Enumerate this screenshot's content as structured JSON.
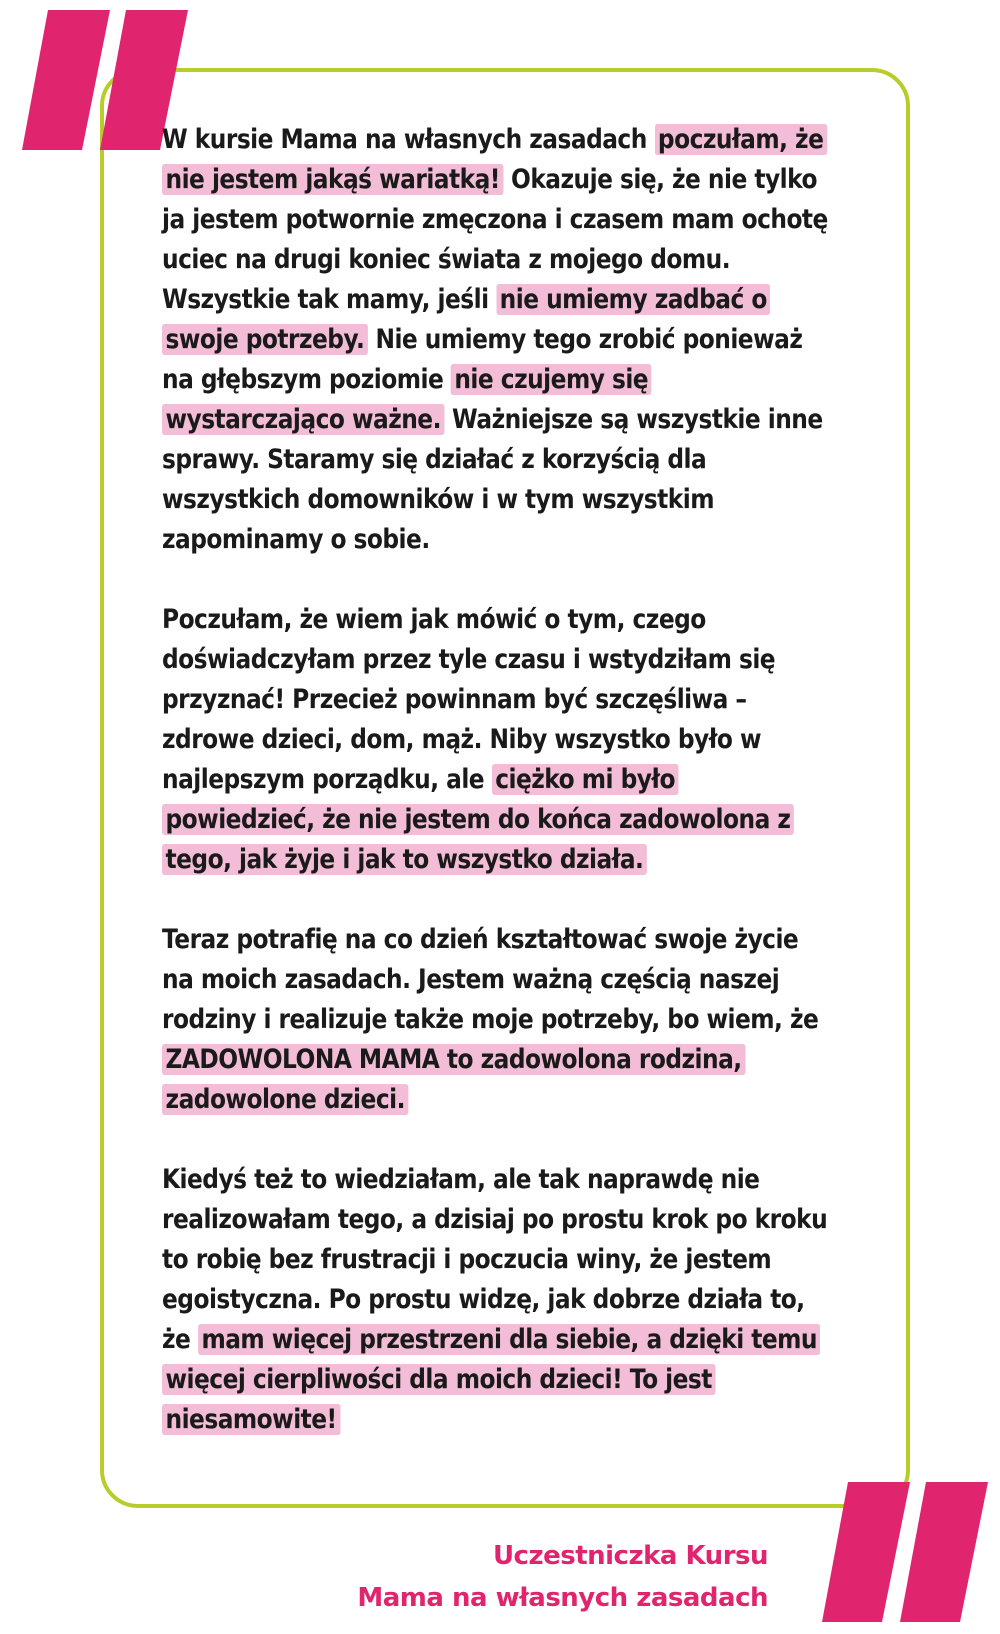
{
  "colors": {
    "frame_border": "#b9cd2a",
    "highlight": "#f3bdd7",
    "accent_pink": "#e0246e",
    "text": "#1a1a1a"
  },
  "icons": {
    "open_quote": "opening-double-quote-mark",
    "close_quote": "closing-double-quote-mark"
  },
  "testimonial": {
    "p1": {
      "s1": "W kursie Mama na własnych zasadach ",
      "h1": "poczułam, że nie jestem jakąś wariatką!",
      "s2": " Okazuje się, że nie tylko ja jestem potwornie zmęczona i czasem mam ochotę uciec na drugi koniec świata z mojego domu. Wszystkie tak mamy, jeśli ",
      "h2": "nie umiemy zadbać o swoje potrzeby.",
      "s3": " Nie umiemy tego zrobić ponieważ na głębszym poziomie ",
      "h3": "nie czujemy się wystarczająco ważne.",
      "s4": " Ważniejsze są wszystkie inne sprawy. Staramy się działać z korzyścią dla wszystkich domowników i w tym wszystkim zapominamy o sobie."
    },
    "p2": {
      "s1": "Poczułam, że wiem jak mówić o tym, czego doświadczyłam przez tyle czasu i wstydziłam się przyznać! Przecież powinnam być szczęśliwa – zdrowe dzieci, dom, mąż. Niby wszystko było w najlepszym porządku, ale ",
      "h1": "ciężko mi było powiedzieć, że nie jestem do końca zadowolona z tego, jak żyje i jak to wszystko działa."
    },
    "p3": {
      "s1": "Teraz potrafię na co dzień kształtować swoje życie na moich zasadach. Jestem ważną częścią naszej rodziny i realizuje także moje potrzeby, bo wiem, że ",
      "h1_caps": "ZADOWOLONA MAMA",
      "h1_rest": " to zadowolona rodzina, zadowolone dzieci."
    },
    "p4": {
      "s1": "Kiedyś też to wiedziałam, ale tak naprawdę nie realizowałam tego, a dzisiaj po prostu krok po kroku to robię bez frustracji i poczucia winy, że jestem egoistyczna. Po prostu widzę, jak dobrze działa to, że ",
      "h1": "mam więcej przestrzeni dla siebie, a dzięki temu więcej cierpliwości dla moich dzieci! To jest niesamowite!"
    }
  },
  "attribution": {
    "line1": "Uczestniczka Kursu",
    "line2": "Mama na własnych zasadach"
  }
}
